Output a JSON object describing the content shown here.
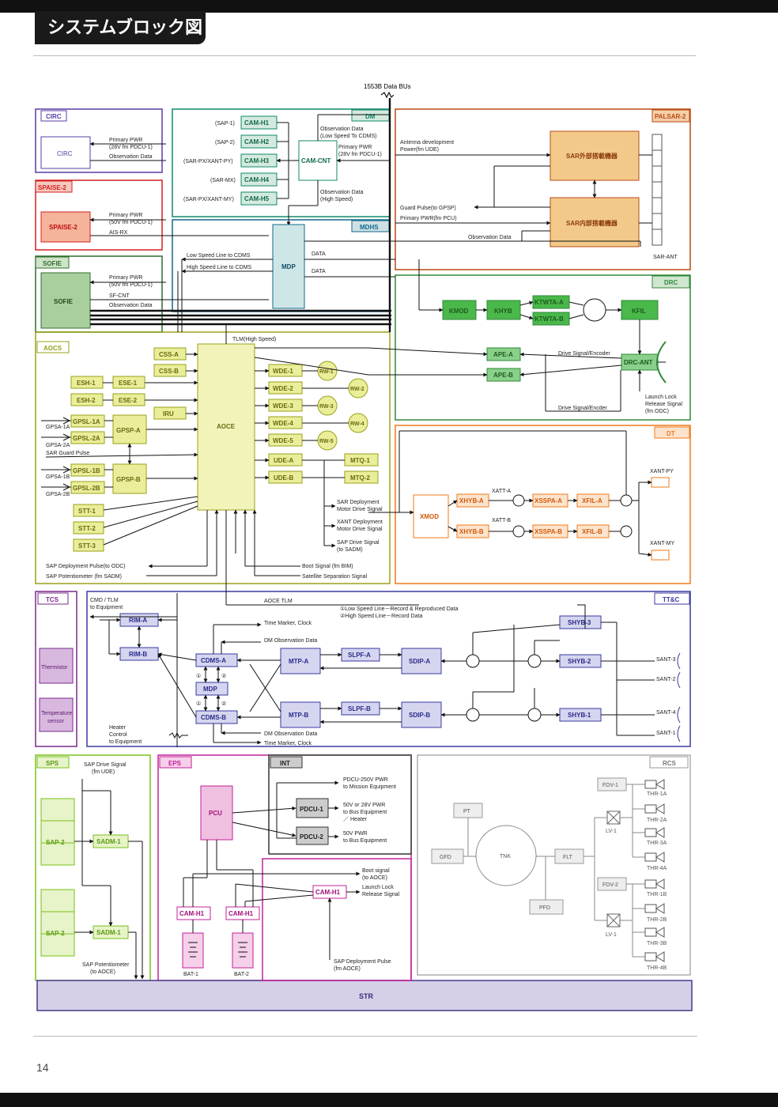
{
  "page": {
    "title": "システムブロック図",
    "page_number": "14",
    "bus_label": "1553B Data BUs"
  },
  "colors": {
    "circ": "#5a3ca6",
    "spaise": "#d42020",
    "sofie": "#2f6f2f",
    "dm": "#0e8a6a",
    "mdhs": "#0e6a8a",
    "palsar": "#b84a14",
    "drc": "#2f8a3a",
    "aocs": "#9aa21a",
    "dt": "#f07a1a",
    "tcs": "#7a2a8a",
    "ttc": "#3a3aa0",
    "sps": "#7ac21a",
    "eps": "#c4209a",
    "int": "#333333",
    "rcs": "#999999",
    "str": "#4a3a8a"
  },
  "labels": {
    "circ_title": "CIRC",
    "circ_box": "CIRC",
    "circ_pwr": "Primary PWR",
    "circ_pwr2": "(28V fm PDCU-1)",
    "circ_obs": "Observation Data",
    "spaise_title": "SPAISE-2",
    "spaise_box": "SPAISE-2",
    "spaise_pwr": "Primary PWR",
    "spaise_pwr2": "(50V fm PDCU-1)",
    "spaise_rx": "AIS-RX",
    "sofie_title": "SOFIE",
    "sofie_box": "SOFIE",
    "sofie_pwr": "Primary PWR",
    "sofie_pwr2": "(50V fm PDCU-1)",
    "sofie_cnt": "SF-CNT",
    "sofie_obs": "Observation Data",
    "dm_title": "DM",
    "cam_h1": "CAM-H1",
    "cam_h2": "CAM-H2",
    "cam_h3": "CAM-H3",
    "cam_h4": "CAM-H4",
    "cam_h5": "CAM-H5",
    "cam_cnt": "CAM-CNT",
    "sap1": "(SAP-1)",
    "sap2": "(SAP-2)",
    "sarpx": "(SAR-PX/XANT-PY)",
    "sarmx": "(SAR-MX)",
    "sarpxmy": "(SAR-PX/XANT-MY)",
    "dm_obs_low": "Observation Data",
    "dm_obs_low2": "(Low Speed To CDMS)",
    "dm_pwr": "Primary PWR",
    "dm_pwr2": "(28V fm PDCU-1)",
    "dm_obs_high": "Observation Data",
    "dm_obs_high2": "(High Speed)",
    "mdhs_title": "MDHS",
    "mdp": "MDP",
    "low_cdms": "Low Speed Line to CDMS",
    "high_cdms": "High Speed Line to CDMS",
    "data1": "DATA",
    "data2": "DATA",
    "palsar_title": "PALSAR-2",
    "sar_ext": "SAR外部搭載機器",
    "sar_int": "SAR内部搭載機器",
    "ant_dev": "Antenna development",
    "ant_dev2": "Power(fm UDE)",
    "guard": "Guard Pulse(to GPSP)",
    "prim_pcu": "Primary PWR(fm PCU)",
    "pal_obs": "Observation Data",
    "sar_ant": "SAR-ANT",
    "drc_title": "DRC",
    "kmod": "KMOD",
    "khyb": "KHYB",
    "ktwta_a": "KTWTA-A",
    "ktwta_b": "KTWTA-B",
    "kfil": "KFIL",
    "ape_a": "APE-A",
    "ape_b": "APE-B",
    "drc_ant": "DRC-ANT",
    "drive_enc1": "Drive Signal/Encoder",
    "drive_enc2": "Drive Signal/Encder",
    "launch_lock": "Launch Lock",
    "launch_lock2": "Release Signal",
    "launch_lock3": "(fm ODC)",
    "aocs_title": "AOCS",
    "tlm_high": "TLM(High Speed)",
    "css_a": "CSS-A",
    "css_b": "CSS-B",
    "esh1": "ESH-1",
    "esh2": "ESH-2",
    "ese1": "ESE-1",
    "ese2": "ESE-2",
    "iru": "IRU",
    "gpsl1a": "GPSL-1A",
    "gpsl2a": "GPSL-2A",
    "gpsa": "GPSP-A",
    "gpsl1b": "GPSL-1B",
    "gpsl2b": "GPSL-2B",
    "gpsb": "GPSP-B",
    "gpsa1a": "GPSA-1A",
    "gpsa2a": "GPSA-2A",
    "sar_guard": "SAR Guard Pulse",
    "gpsa1b": "GPSA-1B",
    "gpsa2b": "GPSA-2B",
    "stt1": "STT-1",
    "stt2": "STT-2",
    "stt3": "STT-3",
    "aoce": "AOCE",
    "wde1": "WDE-1",
    "wde2": "WDE-2",
    "wde3": "WDE-3",
    "wde4": "WDE-4",
    "wde5": "WDE-5",
    "rw1": "RW-1",
    "rw2": "RW-2",
    "rw3": "RW-3",
    "rw4": "RW-4",
    "rw5": "RW-5",
    "ude_a": "UDE-A",
    "ude_b": "UDE-B",
    "mtq1": "MTQ-1",
    "mtq2": "MTQ-2",
    "sar_dep": "SAR Deployment",
    "sar_dep2": "Motor Drive Signal",
    "xant_dep": "XANT Deployment",
    "xant_dep2": "Motor Drive Signal",
    "sap_drive": "SAP Drive Signal",
    "sap_drive2": "(to SADM)",
    "sap_dep_pulse": "SAP Deployment Pulse(to ODC)",
    "sap_pot": "SAP Potentiometer (fm SADM)",
    "boot": "Boot Signal (fm BIM)",
    "sat_sep": "Satellite Separation Signal",
    "dt_title": "DT",
    "xmod": "XMOD",
    "xhyb_a": "XHYB-A",
    "xhyb_b": "XHYB-B",
    "xatt_a": "XATT-A",
    "xatt_b": "XATT-B",
    "xsspa_a": "XSSPA-A",
    "xsspa_b": "XSSPA-B",
    "xfil_a": "XFIL-A",
    "xfil_b": "XFIL-B",
    "xant_py": "XANT-PY",
    "xant_my": "XANT-MY",
    "tcs_title": "TCS",
    "thermistor": "Thermistor",
    "temp_sensor": "Temperature",
    "temp_sensor2": "sensor",
    "ttc_title": "TT&C",
    "cmd_tlm": "CMD / TLM",
    "cmd_tlm2": "to Equipment",
    "aoce_tlm": "AOCE TLM",
    "legend1": "①Low Speed Line－Record & Reproduced Data",
    "legend2": "②High Speed Line－Record Data",
    "rim_a": "RIM-A",
    "rim_b": "RIM-B",
    "time_marker": "Time Marker, Clock",
    "dm_obs": "DM Observation Data",
    "cdms_a": "CDMS-A",
    "cdms_b": "CDMS-B",
    "mdp2": "MDP",
    "mtp_a": "MTP-A",
    "mtp_b": "MTP-B",
    "slpf_a": "SLPF-A",
    "slpf_b": "SLPF-B",
    "sdip_a": "SDIP-A",
    "sdip_b": "SDIP-B",
    "shyb3": "SHYB-3",
    "shyb2": "SHYB-2",
    "shyb1": "SHYB-1",
    "sant3": "SANT-3",
    "sant2": "SANT-2",
    "sant4": "SANT-4",
    "sant1": "SANT-1",
    "heater": "Heater",
    "heater2": "Control",
    "heater3": "to Equipment",
    "dm_obs2": "DM Observation Data",
    "time_marker2": "Time Marker, Clock",
    "circ1": "①",
    "circ2": "②",
    "sps_title": "SPS",
    "sap_drive_s": "SAP Drive Signal",
    "sap_drive_s2": "(fm UDE)",
    "sap2_top": "SAP-2",
    "sap2_bot": "SAP-2",
    "sadm1_top": "SADM-1",
    "sadm1_bot": "SADM-1",
    "sap_pot2": "SAP Potentiometer",
    "sap_pot3": "(to AOCE)",
    "eps_title": "EPS",
    "pcu": "PCU",
    "cam_h1_l": "CAM-H1",
    "cam_h1_r": "CAM-H1",
    "cam_h1_c": "CAM-H1",
    "bat1": "BAT-1",
    "bat2": "BAT-2",
    "boot2": "Boot signal",
    "boot3": "(to AOCE)",
    "ll2": "Launch Lock",
    "ll3": "Release Signal",
    "sap_dep3": "SAP Deployment Pulse",
    "sap_dep4": "(fm AOCE)",
    "int_title": "INT",
    "pdcu1": "PDCU-1",
    "pdcu2": "PDCU-2",
    "pdcu_250": "PDCU-250V PWR",
    "pdcu_250b": "to Mission Equipment",
    "pdcu_50": "50V or 28V PWR",
    "pdcu_50b": "to Bus Equipment",
    "pdcu_50c": "／ Heater",
    "pdcu_50v": "50V PWR",
    "pdcu_50vb": "to Bus Equipment",
    "rcs_title": "RCS",
    "pt": "PT",
    "gfd": "GFD",
    "tnk": "TNK",
    "flt": "FLT",
    "pfd": "PFD",
    "fdv1": "FDV-1",
    "fdv2": "FDV-2",
    "lv1a": "LV-1",
    "lv1b": "LV-1",
    "thr1a": "THR-1A",
    "thr2a": "THR-2A",
    "thr3a": "THR-3A",
    "thr4a": "THR-4A",
    "thr1b": "THR-1B",
    "thr2b": "THR-2B",
    "thr3b": "THR-3B",
    "thr4b": "THR-4B",
    "str": "STR"
  }
}
